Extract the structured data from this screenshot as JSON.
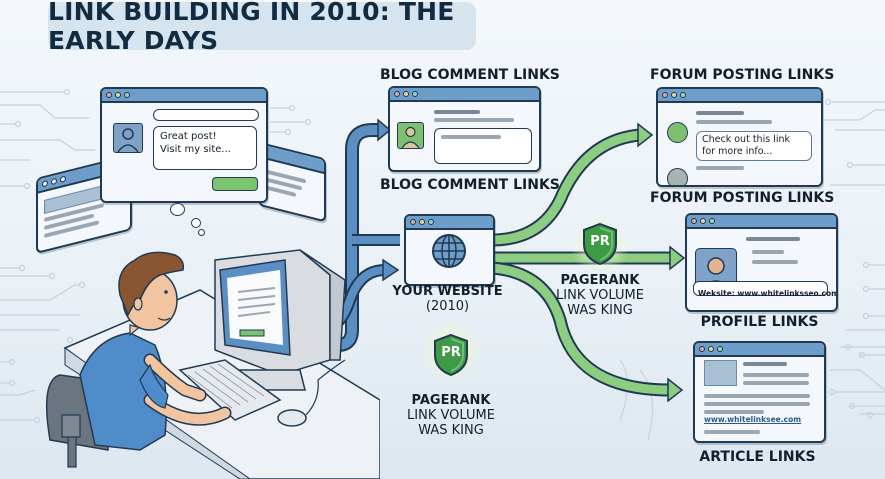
{
  "title": "LINK BUILDING IN 2010: THE EARLY DAYS",
  "colors": {
    "title_bg": "#d6e4ef",
    "title_text": "#132b40",
    "window_bar": "#6d9dc8",
    "outline": "#1f3a52",
    "blue_arrow": "#5b8fc4",
    "green_arrow": "#7dc27a",
    "shield_green": "#3f9a48",
    "button_green": "#7cc36f"
  },
  "comment_window": {
    "comment_text_line1": "Great post!",
    "comment_text_line2": "Visit my site..."
  },
  "hub": {
    "label_line1": "YOUR WEBSITE",
    "label_line2": "(2010)",
    "icon": "globe-icon"
  },
  "badges": [
    {
      "icon_text": "PR",
      "line1": "PAGERANK",
      "line2": "LINK VOLUME",
      "line3": "WAS KING"
    },
    {
      "icon_text": "PR",
      "line1": "PAGERANK",
      "line2": "LINK VOLUME",
      "line3": "WAS KING"
    }
  ],
  "link_types": {
    "blog": {
      "label_top": "BLOG COMMENT LINKS",
      "label_bottom": "BLOG COMMENT LINKS"
    },
    "forum": {
      "label_top": "FORUM POSTING LINKS",
      "label_bottom": "FORUM POSTING LINKS",
      "comment_line1": "Check out this link",
      "comment_line2": "for more info..."
    },
    "profile": {
      "label": "PROFILE LINKS",
      "website_field": "Weksite: www.whitelinksseo.com"
    },
    "article": {
      "label": "ARTICLE LINKS",
      "link_text": "www.whitelinksee.com"
    }
  }
}
